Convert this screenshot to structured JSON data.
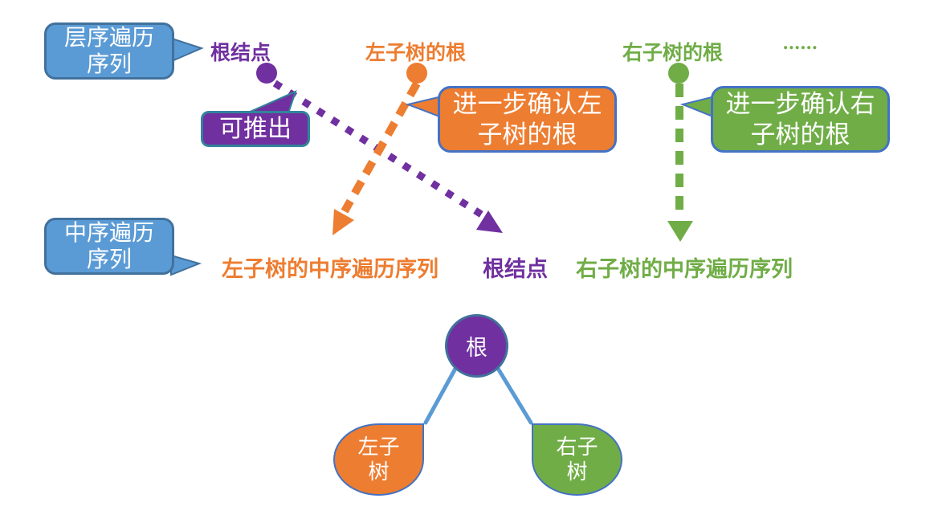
{
  "colors": {
    "purple": "#7030A0",
    "orange": "#ED7D31",
    "green": "#70AD47",
    "callout_blue_fill": "#5B9BD5",
    "callout_blue_border": "#41719C",
    "deduce_border_teal": "#31849B",
    "shape_border_blue": "#4472C4",
    "connector_blue": "#5B9BD5",
    "text_white": "#FFFFFF"
  },
  "callouts": {
    "level_order_label": {
      "line1": "层序遍历",
      "line2": "序列"
    },
    "in_order_label": {
      "line1": "中序遍历",
      "line2": "序列"
    },
    "deduce": {
      "text": "可推出"
    },
    "confirm_left": {
      "line1": "进一步确认左",
      "line2": "子树的根"
    },
    "confirm_right": {
      "line1": "进一步确认右",
      "line2": "子树的根"
    }
  },
  "level_order_row": {
    "root_node": "根结点",
    "left_subtree_root": "左子树的根",
    "right_subtree_root": "右子树的根",
    "ellipsis": "......"
  },
  "in_order_row": {
    "left_subtree_sequence": "左子树的中序遍历序列",
    "root_node": "根结点",
    "right_subtree_sequence": "右子树的中序遍历序列"
  },
  "tree": {
    "root": {
      "label": "根"
    },
    "left_subtree": {
      "line1": "左子",
      "line2": "树"
    },
    "right_subtree": {
      "line1": "右子",
      "line2": "树"
    }
  }
}
